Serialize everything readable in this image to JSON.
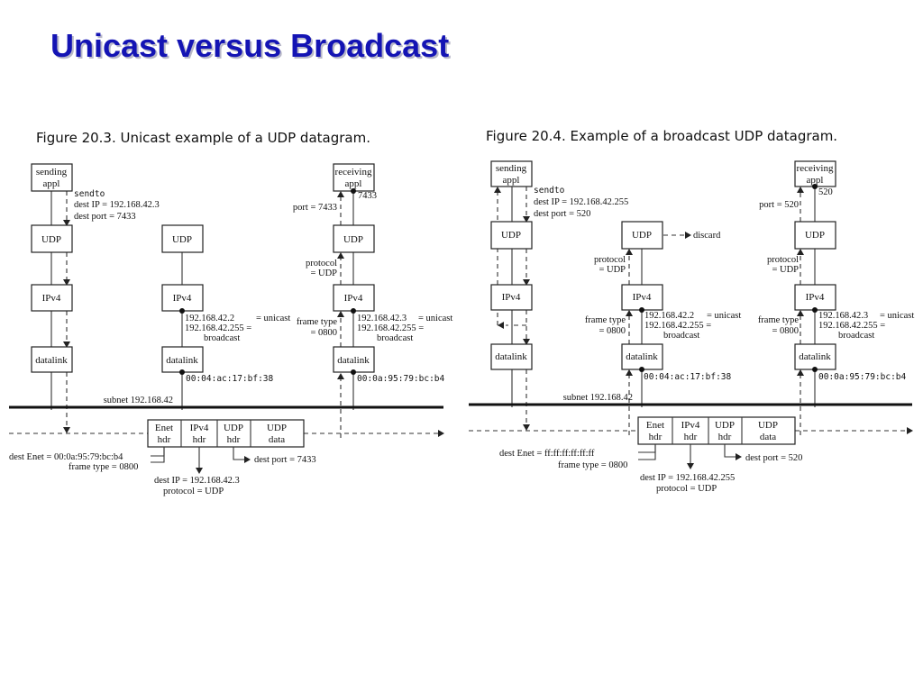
{
  "slide": {
    "title": "Unicast versus Broadcast"
  },
  "fig1": {
    "caption": "Figure 20.3. Unicast example of a UDP datagram.",
    "sending_appl": [
      "sending",
      "appl"
    ],
    "receiving_appl": [
      "receiving",
      "appl"
    ],
    "layer_udp": "UDP",
    "layer_ipv4": "IPv4",
    "layer_datalink": "datalink",
    "sendto": "sendto",
    "dest_ip": "dest IP = 192.168.42.3",
    "dest_port": "dest port = 7433",
    "port_recv": "port = 7433",
    "port_num": "7433",
    "protocol_a": "protocol",
    "protocol_b": "= UDP",
    "mid_ip1": "192.168.42.2",
    "mid_ip2": "192.168.42.255 =",
    "unicast": "= unicast",
    "broadcast": "broadcast",
    "right_ip1": "192.168.42.3",
    "right_ip2": "192.168.42.255 =",
    "frame_type_a": "frame type",
    "frame_type_b": "= 0800",
    "mac_mid": "00:04:ac:17:bf:38",
    "mac_right": "00:0a:95:79:bc:b4",
    "subnet": "subnet 192.168.42",
    "frame": [
      {
        "a": "Enet",
        "b": "hdr"
      },
      {
        "a": "IPv4",
        "b": "hdr"
      },
      {
        "a": "UDP",
        "b": "hdr"
      },
      {
        "a": "UDP",
        "b": "data"
      }
    ],
    "dest_enet": "dest Enet = 00:0a:95:79:bc:b4",
    "frame_type_bottom": "frame type = 0800",
    "dest_port_bottom": "dest port = 7433",
    "dest_ip_bottom": "dest IP = 192.168.42.3",
    "protocol_bottom": "protocol = UDP"
  },
  "fig2": {
    "caption": "Figure 20.4. Example of a broadcast UDP datagram.",
    "sending_appl": [
      "sending",
      "appl"
    ],
    "receiving_appl": [
      "receiving",
      "appl"
    ],
    "layer_udp": "UDP",
    "layer_ipv4": "IPv4",
    "layer_datalink": "datalink",
    "sendto": "sendto",
    "dest_ip": "dest IP = 192.168.42.255",
    "dest_port": "dest port = 520",
    "port_recv": "port = 520",
    "port_num": "520",
    "discard": "discard",
    "protocol_a": "protocol",
    "protocol_b": "= UDP",
    "mid_ip1": "192.168.42.2",
    "mid_ip2": "192.168.42.255 =",
    "unicast": "= unicast",
    "broadcast": "broadcast",
    "right_ip1": "192.168.42.3",
    "right_ip2": "192.168.42.255 =",
    "frame_type_a": "frame type",
    "frame_type_b": "= 0800",
    "mac_mid": "00:04:ac:17:bf:38",
    "mac_right": "00:0a:95:79:bc:b4",
    "subnet": "subnet 192.168.42",
    "frame": [
      {
        "a": "Enet",
        "b": "hdr"
      },
      {
        "a": "IPv4",
        "b": "hdr"
      },
      {
        "a": "UDP",
        "b": "hdr"
      },
      {
        "a": "UDP",
        "b": "data"
      }
    ],
    "dest_enet": "dest Enet = ff:ff:ff:ff:ff:ff",
    "frame_type_bottom": "frame type = 0800",
    "dest_port_bottom": "dest port = 520",
    "dest_ip_bottom": "dest IP = 192.168.42.255",
    "protocol_bottom": "protocol = UDP"
  }
}
